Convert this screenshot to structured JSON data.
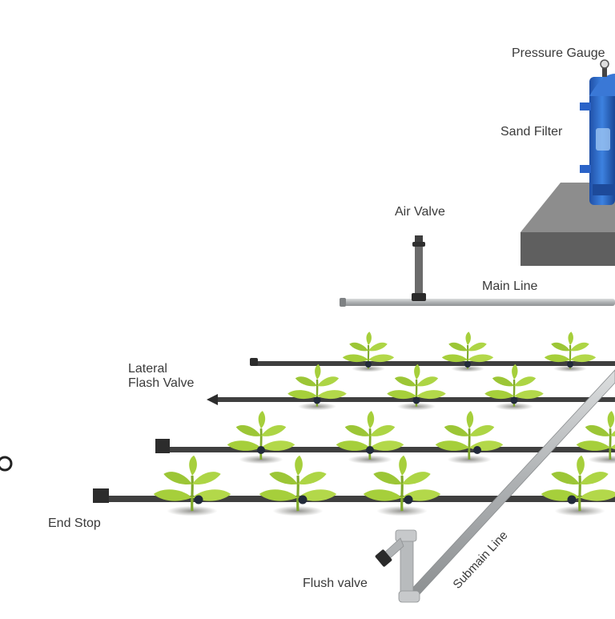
{
  "labels": {
    "pressure_gauge": "Pressure Gauge",
    "sand_filter": "Sand Filter",
    "air_valve": "Air Valve",
    "main_line": "Main Line",
    "lateral_line1": "Lateral",
    "lateral_line2": "Flash Valve",
    "end_stop": "End Stop",
    "flush_valve": "Flush valve",
    "submain_line": "Submain Line"
  },
  "colors": {
    "pipe": "#3f3f3f",
    "main_pipe": "#b9bcbd",
    "leaf": "#a6cf3b",
    "leaf_dark": "#7fa92a",
    "filter_blue": "#2a63c8",
    "platform": "#5f5f5f"
  }
}
